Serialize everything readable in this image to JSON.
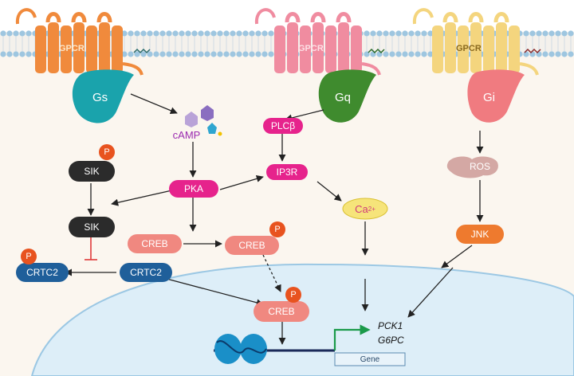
{
  "receptors": [
    {
      "label": "GPCR",
      "gprotein": "Gs",
      "color": "#f08a3c"
    },
    {
      "label": "GPCR",
      "gprotein": "Gq",
      "color": "#f08ca0"
    },
    {
      "label": "GPCR",
      "gprotein": "Gi",
      "color": "#f4d57e"
    }
  ],
  "nodes": {
    "camp": "cAMP",
    "plcb": "PLCβ",
    "pka": "PKA",
    "ip3r": "IP3R",
    "ros": "ROS",
    "ca": "Ca",
    "ca_sup": "2+",
    "sik_p": "SIK",
    "sik": "SIK",
    "jnk": "JNK",
    "creb_cyto": "CREB",
    "creb_p": "CREB",
    "crtc2_p": "CRTC2",
    "crtc2": "CRTC2",
    "creb_nuc": "CREB",
    "gene_box": "Gene"
  },
  "phospho_label": "P",
  "genes": [
    "PCK1",
    "G6PC"
  ],
  "colors": {
    "membrane_head": "#9ec6e0",
    "nucleus_fill": "#ddeef8",
    "pink": "#e6238c",
    "dark": "#2b2b2b",
    "blue": "#1f5f9a",
    "salmon": "#f08880",
    "orange": "#ee7a2e",
    "yellow": "#f6e47a",
    "green_arrow": "#1a9a4a"
  }
}
